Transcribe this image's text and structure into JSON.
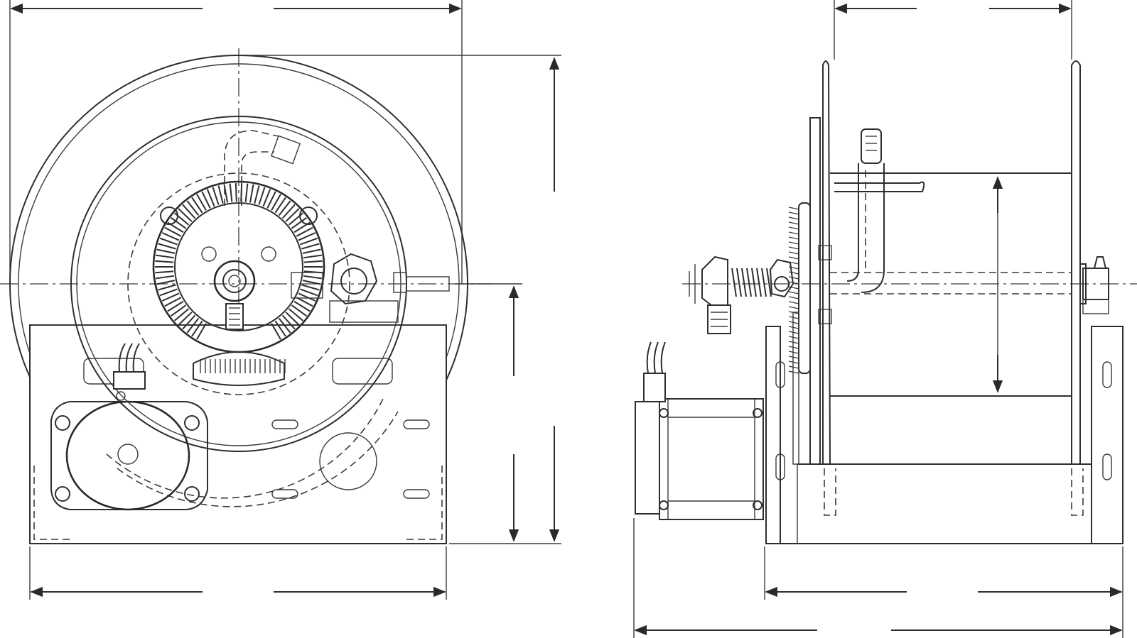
{
  "drawing": {
    "views": [
      {
        "id": "front-view",
        "components": [
          "reel-flange",
          "drum",
          "gear",
          "hub",
          "swivel-inlet",
          "motor",
          "frame-base",
          "hand-crank-shaft"
        ]
      },
      {
        "id": "side-view",
        "components": [
          "reel-flange",
          "drum",
          "gear",
          "swivel-inlet",
          "motor",
          "frame-base",
          "hand-crank-shaft"
        ]
      }
    ],
    "line_color": "#2e2e2e",
    "background": "#ffffff",
    "dimension_labels": []
  }
}
